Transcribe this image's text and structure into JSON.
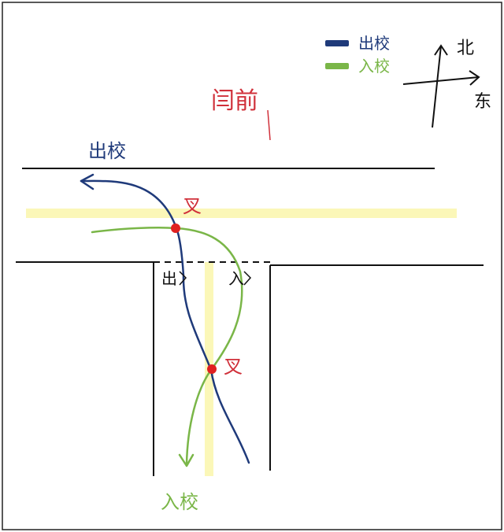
{
  "legend": {
    "items": [
      {
        "label": "出校",
        "color": "#1f3a7a"
      },
      {
        "label": "入校",
        "color": "#7ab648"
      }
    ]
  },
  "compass": {
    "north": "北",
    "east": "东"
  },
  "labels": {
    "school_front": "闫前",
    "exit_top": "出校",
    "entry_bottom": "入校",
    "gate_exit": "出",
    "gate_entry": "入",
    "conflict_upper": "叉",
    "conflict_lower": "叉"
  },
  "colors": {
    "exit_route": "#1f3a7a",
    "entry_route": "#7ab648",
    "crossing_band": "#fbf7b8",
    "conflict_point": "#e02020",
    "red_text": "#d0303a",
    "road_line": "#111111"
  }
}
